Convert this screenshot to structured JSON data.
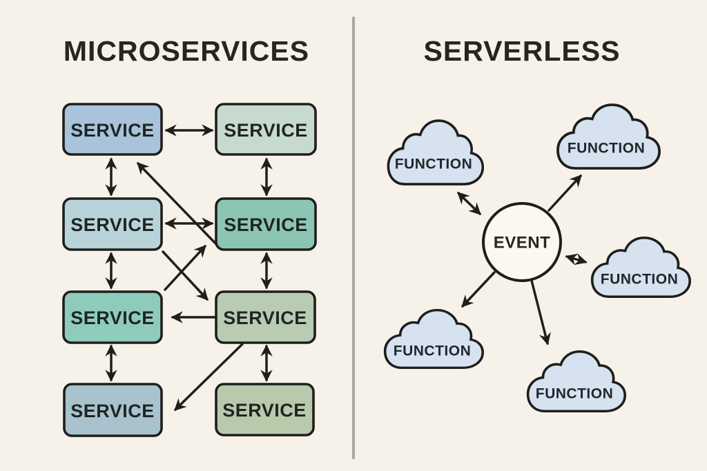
{
  "background": "#f7f2e9",
  "stroke_color": "#1e1e1c",
  "divider_color": "#a9a8a2",
  "left_panel": {
    "title": "MICROSERVICES",
    "services": [
      {
        "label": "SERVICE",
        "fill": "#a9c3db"
      },
      {
        "label": "SERVICE",
        "fill": "#c7dad0"
      },
      {
        "label": "SERVICE",
        "fill": "#b8d3da"
      },
      {
        "label": "SERVICE",
        "fill": "#8cc6b2"
      },
      {
        "label": "SERVICE",
        "fill": "#8fcbbc"
      },
      {
        "label": "SERVICE",
        "fill": "#b8ccb4"
      },
      {
        "label": "SERVICE",
        "fill": "#a8c2ce"
      },
      {
        "label": "SERVICE",
        "fill": "#b8caab"
      }
    ],
    "connections": [
      {
        "from": "service-1",
        "to": "service-2",
        "bidirectional": true
      },
      {
        "from": "service-1",
        "to": "service-3",
        "bidirectional": true
      },
      {
        "from": "service-2",
        "to": "service-4",
        "bidirectional": true
      },
      {
        "from": "service-3",
        "to": "service-4",
        "bidirectional": true
      },
      {
        "from": "service-3",
        "to": "service-5",
        "bidirectional": true
      },
      {
        "from": "service-4",
        "to": "service-6",
        "bidirectional": true
      },
      {
        "from": "service-4",
        "to": "service-1",
        "bidirectional": false
      },
      {
        "from": "service-3",
        "to": "service-6",
        "bidirectional": false
      },
      {
        "from": "service-5",
        "to": "service-4",
        "bidirectional": false
      },
      {
        "from": "service-6",
        "to": "service-5",
        "bidirectional": false
      },
      {
        "from": "service-5",
        "to": "service-7",
        "bidirectional": true
      },
      {
        "from": "service-6",
        "to": "service-8",
        "bidirectional": true
      },
      {
        "from": "service-6",
        "to": "service-7",
        "bidirectional": false
      }
    ]
  },
  "right_panel": {
    "title": "SERVERLESS",
    "event": {
      "label": "EVENT",
      "fill": "#fbf8f1"
    },
    "cloud_fill": "#d6e2f0",
    "functions": [
      {
        "label": "FUNCTION",
        "position": "top-left"
      },
      {
        "label": "FUNCTION",
        "position": "top-right"
      },
      {
        "label": "FUNCTION",
        "position": "right"
      },
      {
        "label": "FUNCTION",
        "position": "bottom-left"
      },
      {
        "label": "FUNCTION",
        "position": "bottom-right"
      }
    ],
    "connections": [
      {
        "from": "event",
        "to": "function-top-left",
        "bidirectional": true
      },
      {
        "from": "event",
        "to": "function-top-right",
        "bidirectional": false
      },
      {
        "from": "event",
        "to": "function-right",
        "bidirectional": true
      },
      {
        "from": "event",
        "to": "function-bottom-left",
        "bidirectional": false
      },
      {
        "from": "event",
        "to": "function-bottom-right",
        "bidirectional": false
      }
    ]
  }
}
